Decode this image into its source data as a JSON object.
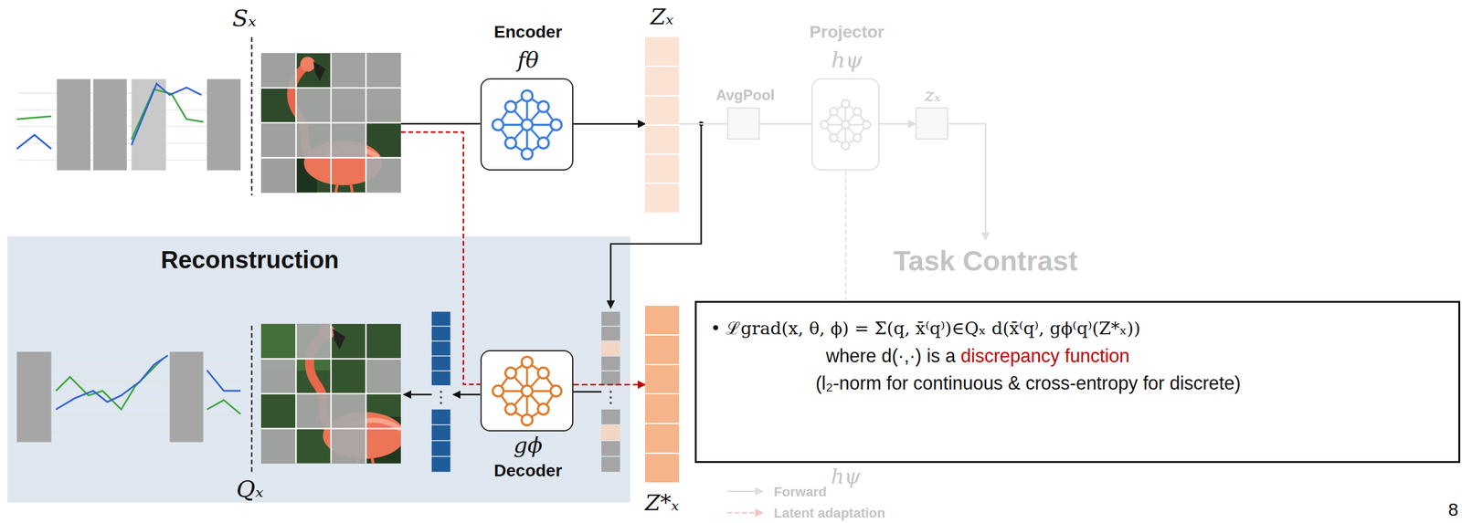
{
  "diagram": {
    "nodes": [
      {
        "text": [
          "Encoder",
          "fθ"
        ]
      },
      {
        "text": [
          "Zₓ"
        ]
      },
      {
        "text": [
          "AvgPool"
        ]
      },
      {
        "text": [
          "Projector",
          "hψ"
        ]
      },
      {
        "text": [
          "zₓ"
        ]
      },
      {
        "text": [
          "Reconstruction"
        ]
      },
      {
        "text": [
          "gϕ",
          "Decoder"
        ],
        "in": 5
      },
      {
        "text": [
          "Z*ₓ"
        ]
      },
      {
        "text": [
          "• ℒgrad(x, θ, ϕ) = Σ(q, x̄⁽q⁾)∈Qₓ d(x̄⁽q⁾, gϕ⁽q⁾(Z*ₓ))",
          "where d(·,·) is a",
          "discrepancy function",
          "(l₂-norm for continuous & cross-entropy for discrete)"
        ]
      }
    ],
    "edges": [
      {
        "from": 0,
        "to": 1,
        "arrow": "to"
      },
      {
        "from": 1,
        "to": 2,
        "arrow": "none"
      },
      {
        "from": 2,
        "to": 3,
        "arrow": "none"
      },
      {
        "from": 3,
        "to": 4,
        "arrow": "to"
      },
      {
        "from": 6,
        "to": 7,
        "arrow": "to"
      }
    ],
    "labels": [
      "Sₓ",
      "Qₓ",
      "Task Contrast",
      "hψ",
      "8"
    ],
    "legend": [
      {
        "text": "Forward"
      },
      {
        "text": "Latent adaptation"
      }
    ]
  }
}
